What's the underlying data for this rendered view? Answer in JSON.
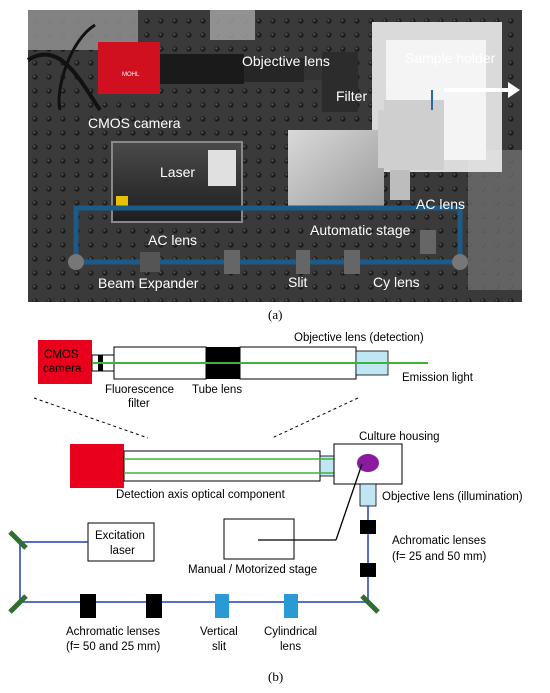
{
  "panel_a": {
    "caption": "(a)",
    "labels": {
      "objective_lens": "Objective lens",
      "sample_holder": "Sample holder",
      "filter": "Filter",
      "cmos_camera": "CMOS camera",
      "laser": "Laser",
      "ac_lens_right": "AC lens",
      "ac_lens_left": "AC lens",
      "automatic_stage": "Automatic stage",
      "beam_expander": "Beam Expander",
      "slit": "Slit",
      "cy_lens": "Cy lens"
    },
    "camera_brand": "MOHL"
  },
  "panel_b": {
    "caption": "(b)",
    "labels": {
      "cmos_camera_line1": "CMOS",
      "cmos_camera_line2": "camera",
      "objective_detection": "Objective lens (detection)",
      "fluorescence_filter_line1": "Fluorescence",
      "fluorescence_filter_line2": "filter",
      "tube_lens": "Tube lens",
      "emission_light": "Emission light",
      "culture_housing": "Culture housing",
      "detection_axis": "Detection axis optical component",
      "objective_illumination": "Objective lens (illumination)",
      "excitation_laser_line1": "Excitation",
      "excitation_laser_line2": "laser",
      "achromatic_right_line1": "Achromatic lenses",
      "achromatic_right_line2": "(f= 25 and 50 mm)",
      "manual_stage": "Manual / Motorized stage",
      "achromatic_bottom_line1": "Achromatic lenses",
      "achromatic_bottom_line2": "(f= 50 and 25 mm)",
      "vertical_slit_line1": "Vertical",
      "vertical_slit_line2": "slit",
      "cylindrical_lens_line1": "Cylindrical",
      "cylindrical_lens_line2": "lens"
    }
  },
  "colors": {
    "camera_red": "#e8001c",
    "emission_green": "#3cb43c",
    "beam_blue": "#1f3fbf",
    "lens_light_blue": "#bfe6f2",
    "slit_blue": "#2a9ad6",
    "mirror_green": "#2e6e2e",
    "sample_purple": "#8b1a9e",
    "photo_beam_blue": "#1c5a8a"
  }
}
